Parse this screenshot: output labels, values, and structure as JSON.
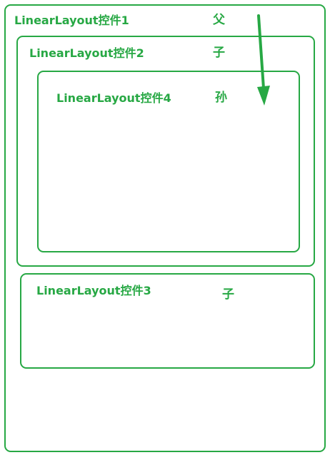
{
  "layouts": {
    "parent": {
      "label": "LinearLayout控件1",
      "role": "父"
    },
    "child_a": {
      "label": "LinearLayout控件2",
      "role": "子"
    },
    "grandchild": {
      "label": "LinearLayout控件4",
      "role": "孙"
    },
    "child_b": {
      "label": "LinearLayout控件3",
      "role": "子"
    }
  },
  "colors": {
    "accent": "#27a844"
  },
  "arrow": {
    "direction": "down"
  }
}
